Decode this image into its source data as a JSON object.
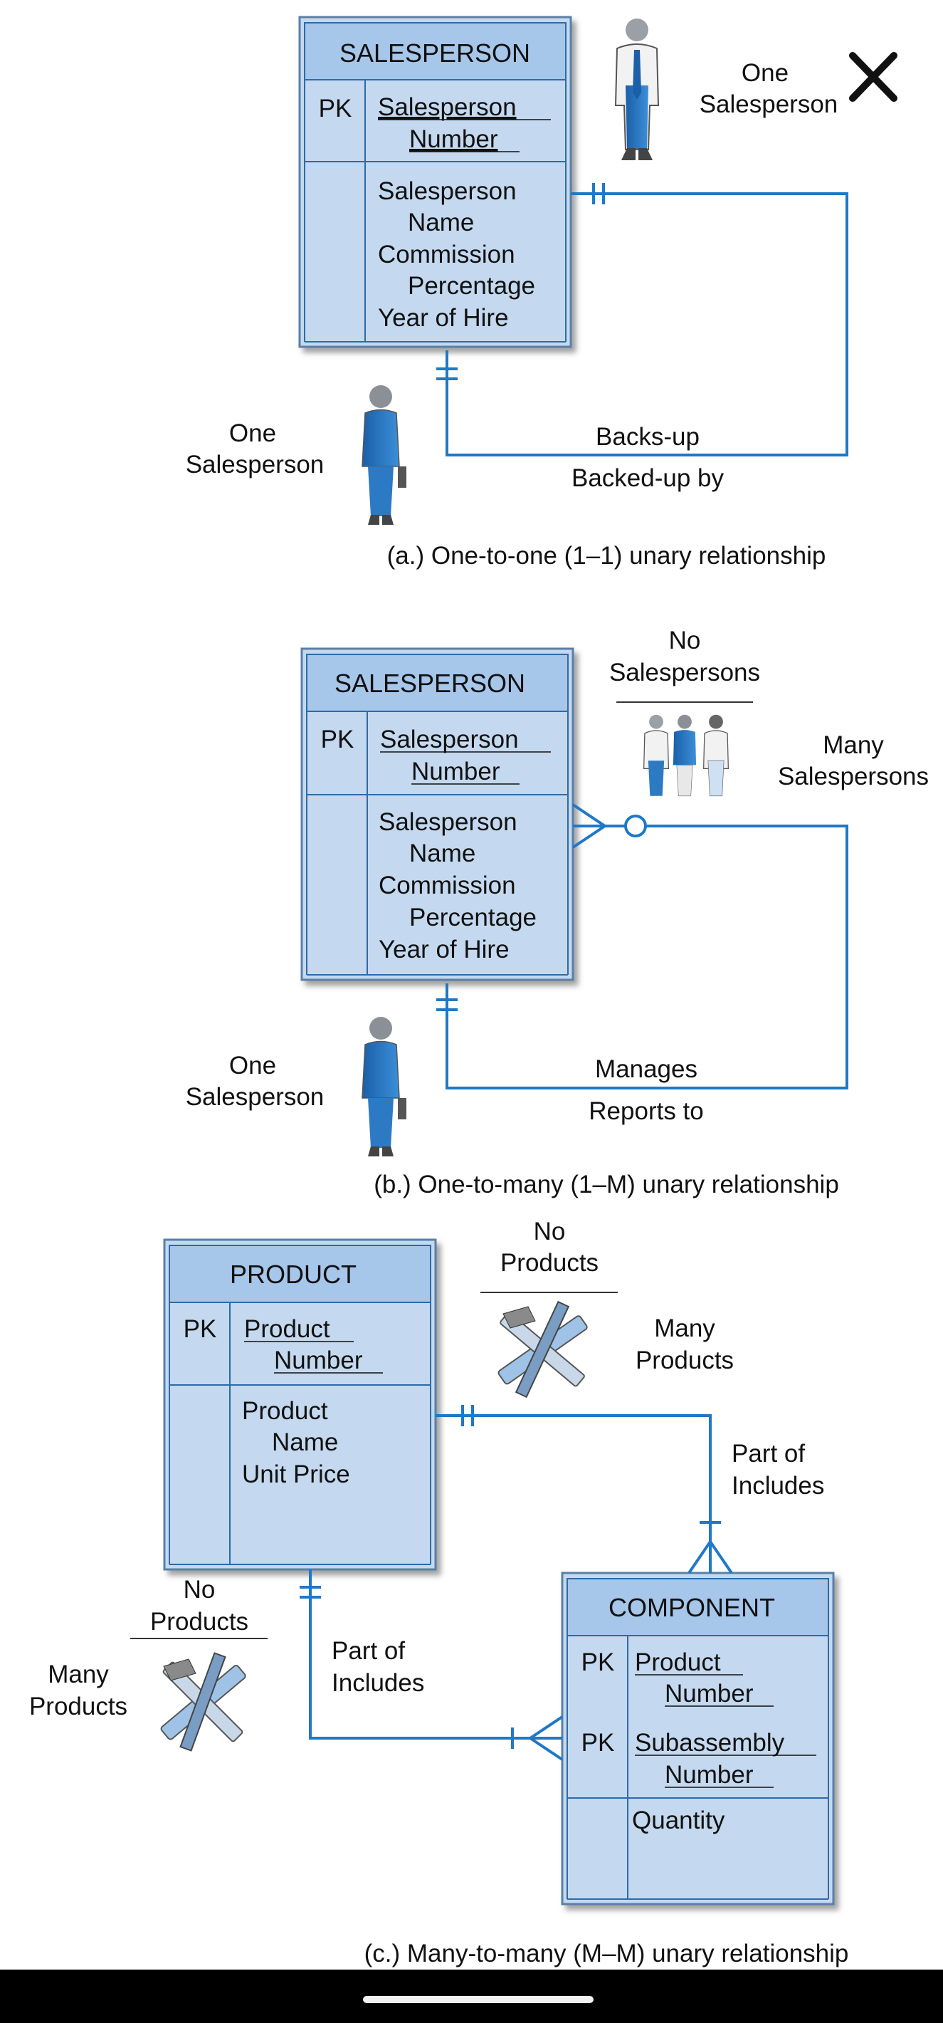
{
  "close_icon": "close-icon",
  "colors": {
    "line": "#1f78c8",
    "entity_fill": "#c4d9ef",
    "entity_header": "#a6c6ea",
    "entity_border": "#5a7fa8"
  },
  "diagram_a": {
    "entity": {
      "title": "SALESPERSON",
      "pk_label": "PK",
      "pk_attr": [
        "Salesperson",
        "Number"
      ],
      "attrs": [
        "Salesperson",
        "Name",
        "Commission",
        "Percentage",
        "Year of Hire"
      ]
    },
    "label_top": [
      "One",
      "Salesperson"
    ],
    "label_bottom": [
      "One",
      "Salesperson"
    ],
    "rel_top": "Backs-up",
    "rel_bottom": "Backed-up by",
    "caption": "(a.) One-to-one (1–1) unary relationship"
  },
  "diagram_b": {
    "entity": {
      "title": "SALESPERSON",
      "pk_label": "PK",
      "pk_attr": [
        "Salesperson",
        "Number"
      ],
      "attrs": [
        "Salesperson",
        "Name",
        "Commission",
        "Percentage",
        "Year of Hire"
      ]
    },
    "label_none": [
      "No",
      "Salespersons"
    ],
    "label_many": [
      "Many",
      "Salespersons"
    ],
    "label_one": [
      "One",
      "Salesperson"
    ],
    "rel_top": "Manages",
    "rel_bottom": "Reports to",
    "caption": "(b.) One-to-many (1–M) unary relationship"
  },
  "diagram_c": {
    "product": {
      "title": "PRODUCT",
      "pk_label": "PK",
      "pk_attr": [
        "Product",
        "Number"
      ],
      "attrs": [
        "Product",
        "Name",
        "Unit Price"
      ]
    },
    "component": {
      "title": "COMPONENT",
      "pk_label_1": "PK",
      "pk_attr_1": [
        "Product",
        "Number"
      ],
      "pk_label_2": "PK",
      "pk_attr_2": [
        "Subassembly",
        "Number"
      ],
      "attrs": [
        "Quantity"
      ]
    },
    "label_none_top": [
      "No",
      "Products"
    ],
    "label_many_top": [
      "Many",
      "Products"
    ],
    "label_none_left": [
      "No",
      "Products"
    ],
    "label_many_left": [
      "Many",
      "Products"
    ],
    "rel_right": [
      "Part of",
      "Includes"
    ],
    "rel_left": [
      "Part of",
      "Includes"
    ],
    "caption": "(c.) Many-to-many (M–M) unary relationship"
  }
}
